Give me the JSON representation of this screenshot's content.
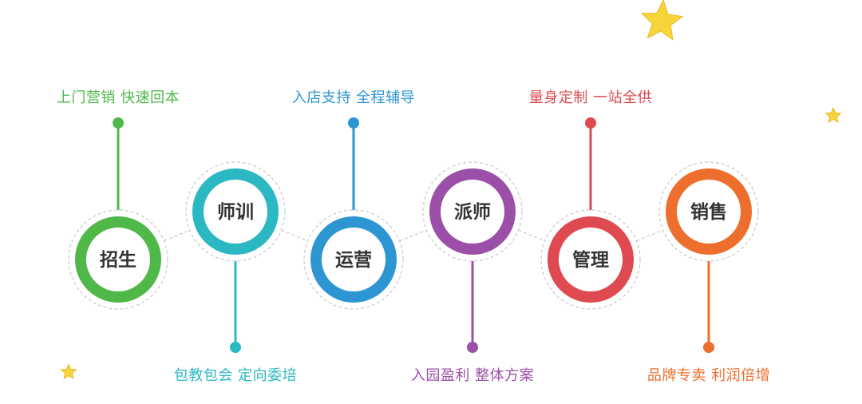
{
  "nodes": [
    {
      "label": "招生",
      "caption": "上门营销   快速回本",
      "color": "#4fb848"
    },
    {
      "label": "师训",
      "caption": "包教包会   定向委培",
      "color": "#2bb8c2"
    },
    {
      "label": "运营",
      "caption": "入店支持   全程辅导",
      "color": "#2d96d2"
    },
    {
      "label": "派师",
      "caption": "入园盈利   整体方案",
      "color": "#9b4fa8"
    },
    {
      "label": "管理",
      "caption": "量身定制   一站全供",
      "color": "#de4a4f"
    },
    {
      "label": "销售",
      "caption": "品牌专卖   利润倍增",
      "color": "#ee6f2d"
    }
  ],
  "decorations": {
    "star_color": "#f7d53a"
  }
}
